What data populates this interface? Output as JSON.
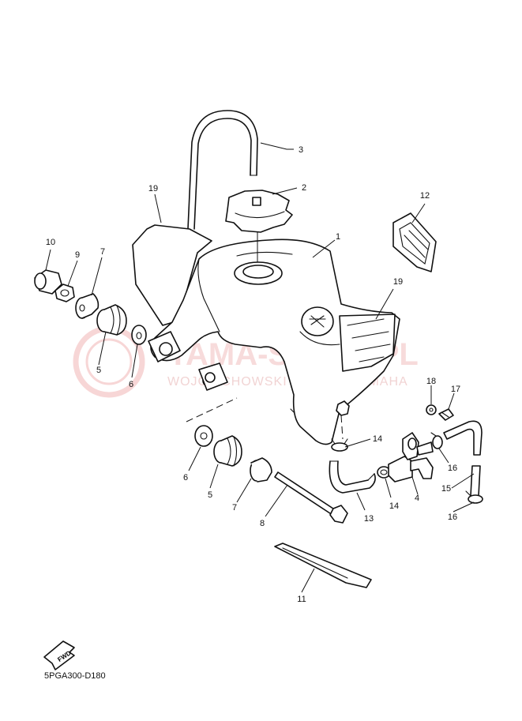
{
  "diagram_code": "5PGA300-D180",
  "fwd_label": "FWD",
  "watermark": {
    "text": "YAMA-SKLEP.PL",
    "subtext": "WOJCIECHOWSKI DEALER YAMAHA",
    "color": "#e3383b"
  },
  "callouts": {
    "c1": "1",
    "c2": "2",
    "c3": "3",
    "c4": "4",
    "c5a": "5",
    "c5b": "5",
    "c6a": "6",
    "c6b": "6",
    "c7a": "7",
    "c7b": "7",
    "c8": "8",
    "c9": "9",
    "c10": "10",
    "c11": "11",
    "c12": "12",
    "c13": "13",
    "c14a": "14",
    "c14b": "14",
    "c15": "15",
    "c16a": "16",
    "c16b": "16",
    "c17": "17",
    "c18": "18",
    "c19a": "19",
    "c19b": "19"
  }
}
